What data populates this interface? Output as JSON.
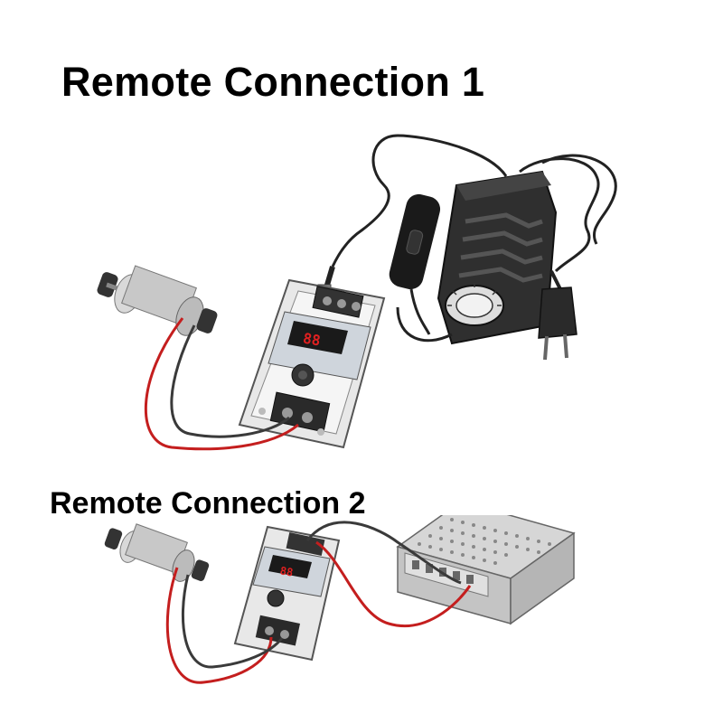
{
  "titles": {
    "connection_1": "Remote Connection 1",
    "connection_2": "Remote Connection 2"
  },
  "display": {
    "readout_1": "88",
    "readout_2": "88"
  },
  "colors": {
    "wire_red": "#c41e1e",
    "wire_black": "#3a3a3a",
    "adapter_body": "#2f2f2f",
    "display_red": "#e02020",
    "background": "#ffffff"
  },
  "icons": [
    "dc-motor-icon",
    "speed-controller-icon",
    "power-adapter-icon",
    "inline-switch-icon",
    "ac-plug-icon",
    "switching-power-supply-icon"
  ]
}
